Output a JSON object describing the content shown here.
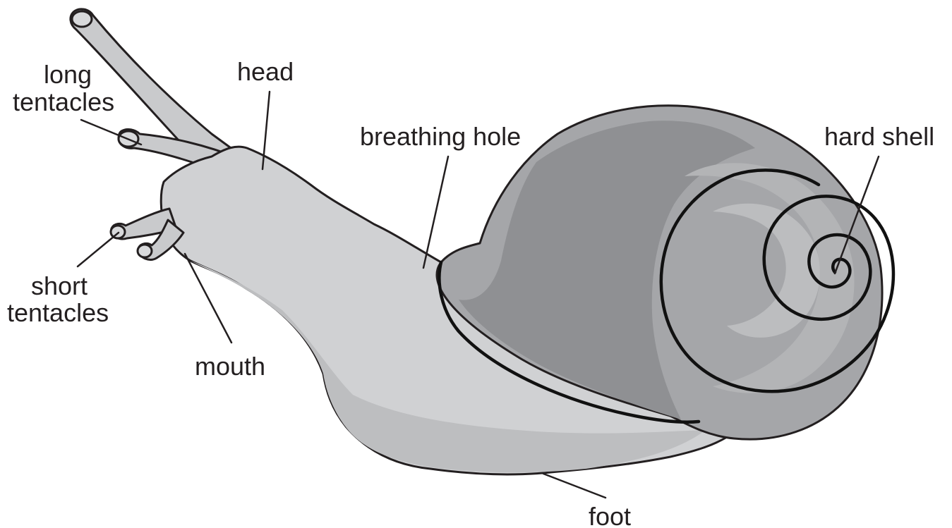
{
  "labels": {
    "long_tentacles_line1": "long",
    "long_tentacles_line2": "tentacles",
    "head": "head",
    "breathing_hole": "breathing hole",
    "hard_shell": "hard shell",
    "short_tentacles_line1": "short",
    "short_tentacles_line2": "tentacles",
    "mouth": "mouth",
    "foot": "foot"
  },
  "colors": {
    "body_light": "#d0d1d3",
    "body_mid": "#bdbec0",
    "shell_dark": "#8f9093",
    "shell_mid": "#a5a6a9",
    "shell_light": "#bcbdbf",
    "ink": "#231f20"
  }
}
